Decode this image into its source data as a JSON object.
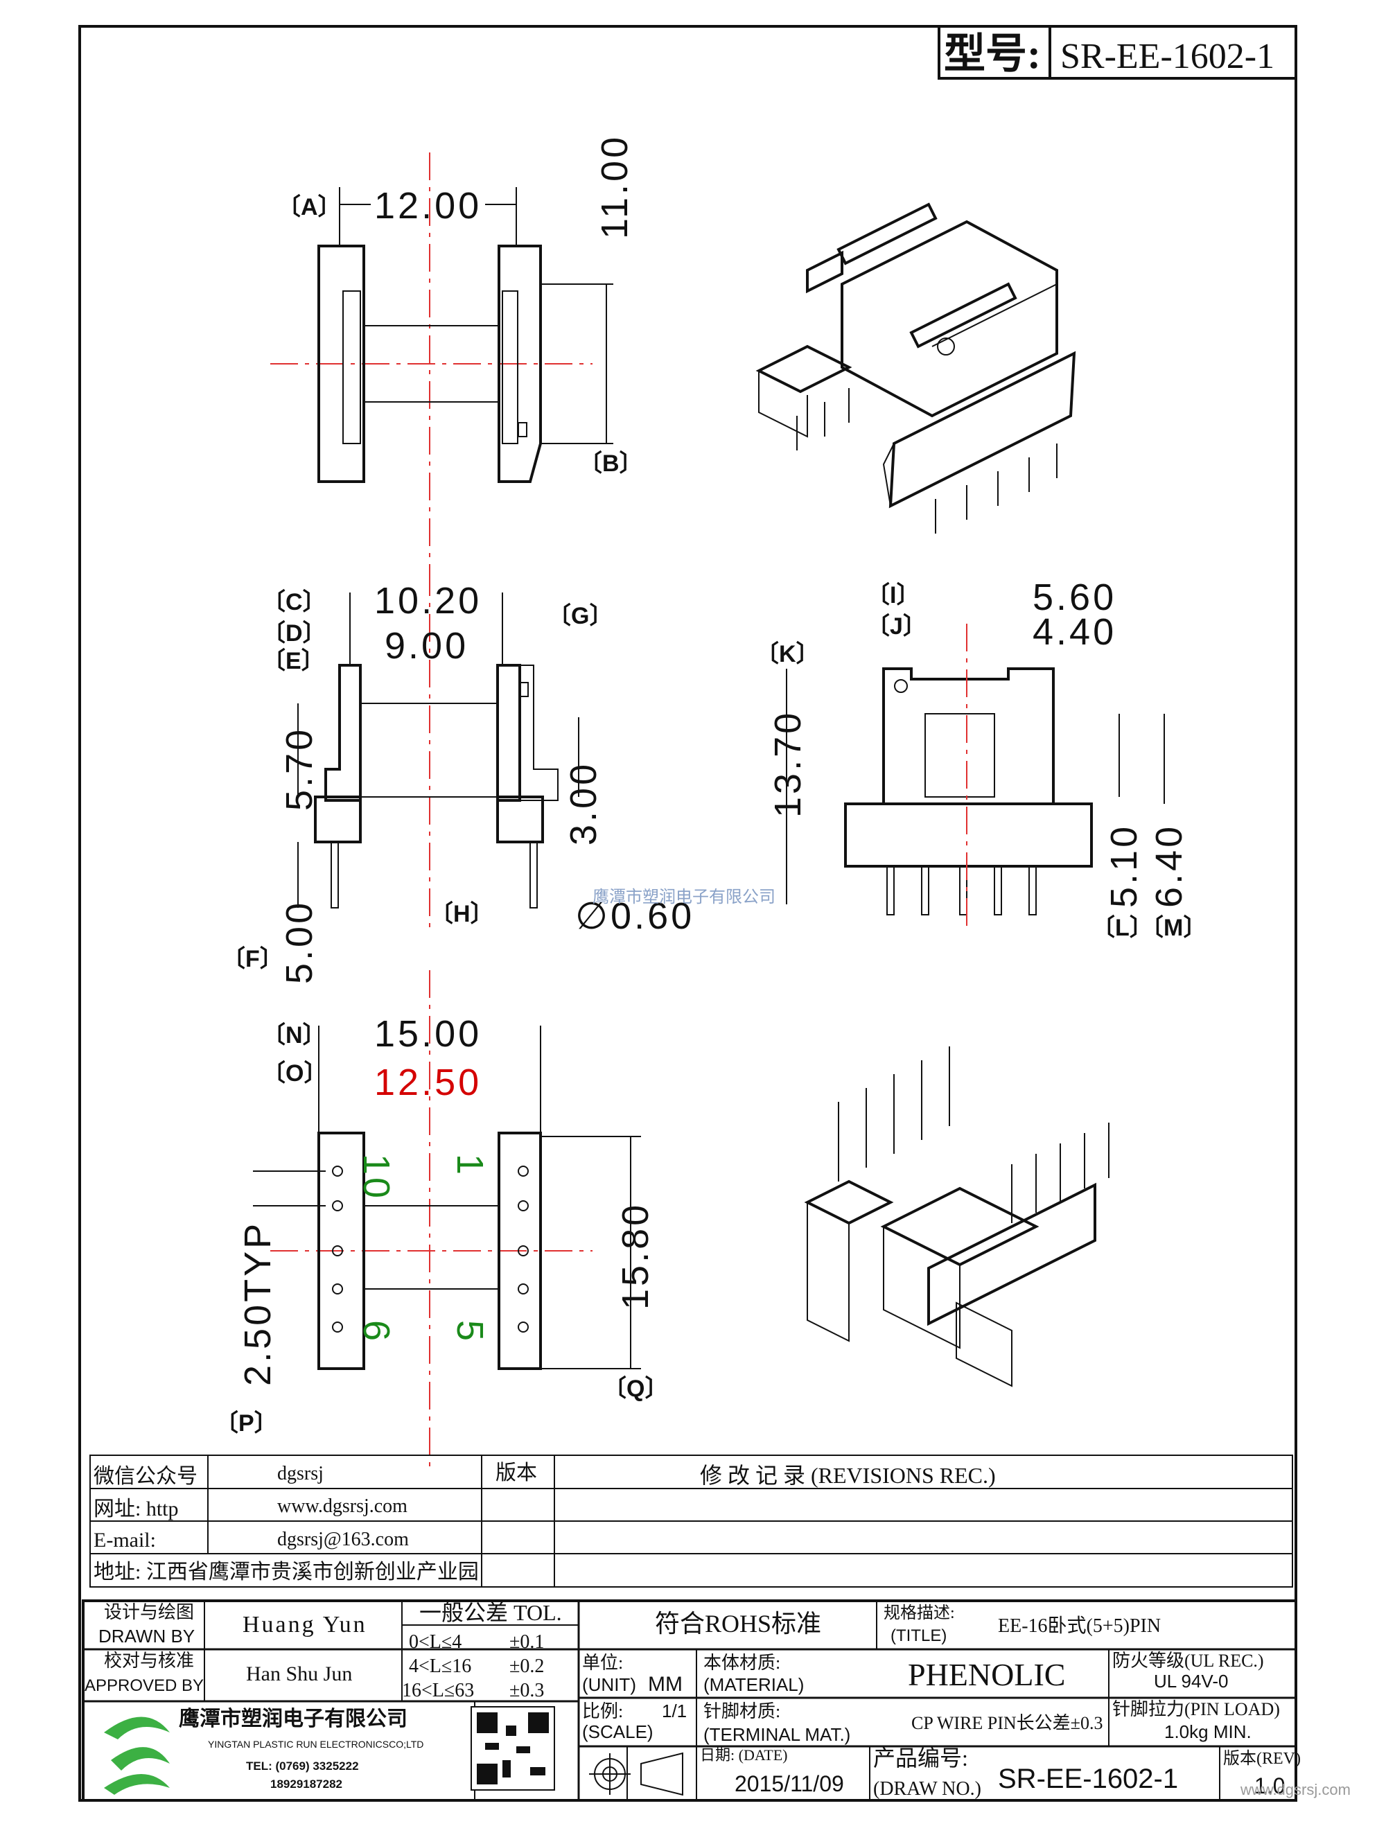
{
  "model": {
    "label": "型号:",
    "value": "SR-EE-1602-1"
  },
  "labels": {
    "A": "〔A〕",
    "B": "〔B〕",
    "C": "〔C〕",
    "D": "〔D〕",
    "E": "〔E〕",
    "F": "〔F〕",
    "G": "〔G〕",
    "H": "〔H〕",
    "I": "〔I〕",
    "J": "〔J〕",
    "K": "〔K〕",
    "L": "〔L〕",
    "M": "〔M〕",
    "N": "〔N〕",
    "O": "〔O〕",
    "P": "〔P〕",
    "Q": "〔Q〕"
  },
  "dims": {
    "A": "12.00",
    "B": "11.00",
    "C": "10.20",
    "D": "9.00",
    "E": "5.70",
    "F": "5.00",
    "G": "3.00",
    "H": "∅0.60",
    "I": "5.60",
    "J": "4.40",
    "K": "13.70",
    "L": "5.10",
    "M": "6.40",
    "N": "15.00",
    "O": "12.50",
    "P": "2.50TYP",
    "Q": "15.80"
  },
  "pins": {
    "p10": "10",
    "p1": "1",
    "p6": "6",
    "p5": "5"
  },
  "watermark": "鹰潭市塑润电子有限公司",
  "info": {
    "wechat_label": "微信公众号",
    "wechat": "dgsrsj",
    "web_label": "网址: http",
    "web": "www.dgsrsj.com",
    "email_label": "E-mail:",
    "email": "dgsrsj@163.com",
    "addr": "地址: 江西省鹰潭市贵溪市创新创业产业园"
  },
  "revision": {
    "version_label": "版本",
    "title": "修 改 记 录 (REVISIONS REC.)"
  },
  "titleblock": {
    "drawn_cn": "设计与绘图",
    "drawn_en": "DRAWN BY",
    "drawn_name": "Huang Yun",
    "approved_cn": "校对与核准",
    "approved_en": "APPROVED BY",
    "approved_name": "Han Shu Jun",
    "tol_title": "一般公差 TOL.",
    "tol_rows": [
      {
        "range": "0<L≤4",
        "tol": "±0.1"
      },
      {
        "range": "4<L≤16",
        "tol": "±0.2"
      },
      {
        "range": "16<L≤63",
        "tol": "±0.3"
      }
    ],
    "rohs": "符合ROHS标准",
    "title_cn": "规格描述:",
    "title_en": "(TITLE)",
    "title_value": "EE-16卧式(5+5)PIN",
    "unit_cn": "单位:",
    "unit_en": "(UNIT)",
    "unit_value": "MM",
    "material_cn": "本体材质:",
    "material_en": "(MATERIAL)",
    "material_value": "PHENOLIC",
    "fire_cn": "防火等级(UL REC.)",
    "fire_value": "UL 94V-0",
    "scale_cn": "比例:",
    "scale_en": "(SCALE)",
    "scale_value": "1/1",
    "terminal_cn": "针脚材质:",
    "terminal_en": "(TERMINAL MAT.)",
    "terminal_value": "CP WIRE  PIN长公差±0.3",
    "load_cn": "针脚拉力(PIN LOAD)",
    "load_value": "1.0kg MIN.",
    "date_label": "日期: (DATE)",
    "date_value": "2015/11/09",
    "drawno_cn": "产品编号:",
    "drawno_en": "(DRAW NO.)",
    "drawno_value": "SR-EE-1602-1",
    "rev_label": "版本(REV)",
    "rev_value": "1.0",
    "company_cn": "鹰潭市塑润电子有限公司",
    "company_en": "YINGTAN PLASTIC RUN ELECTRONICSCO;LTD",
    "tel": "TEL: (0769) 3325222",
    "mobile": "18929187282"
  },
  "corner_watermark": "www.dgsrsj.com"
}
